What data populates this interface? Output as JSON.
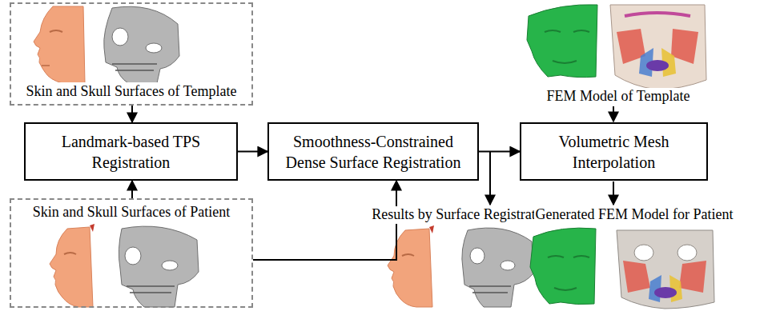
{
  "diagram": {
    "nodes": [
      {
        "text": [
          "Skin and Skull Surfaces of Template"
        ]
      },
      {
        "text": [
          "Landmark-based TPS Registration"
        ]
      },
      {
        "text": [
          "Smoothness-Constrained Dense Surface Registration"
        ]
      },
      {
        "text": [
          "Volumetric Mesh Interpolation"
        ]
      },
      {
        "text": [
          "Skin and Skull Surfaces of Patient"
        ]
      }
    ],
    "edges": [
      {
        "from": 0,
        "to": 1,
        "arrow": "to"
      },
      {
        "from": 4,
        "to": 1,
        "arrow": "to"
      },
      {
        "from": 1,
        "to": 2,
        "arrow": "to"
      },
      {
        "from": 4,
        "to": 2,
        "arrow": "to"
      },
      {
        "from": 2,
        "to": 3,
        "arrow": "to"
      }
    ],
    "labels": [
      "FEM Model of Template",
      "Results by Surface Registration",
      "Generated FEM Model for Patient"
    ]
  }
}
